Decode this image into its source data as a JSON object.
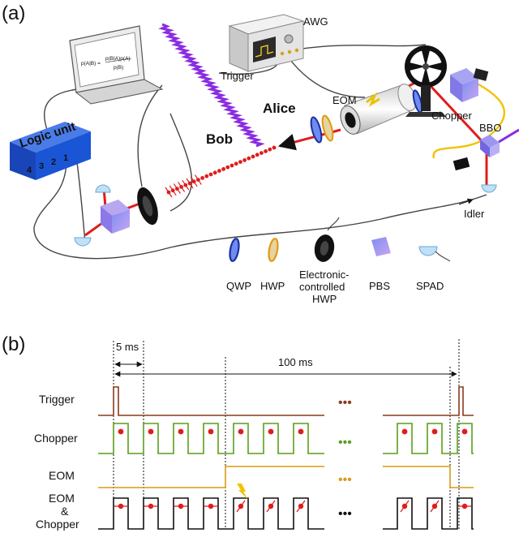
{
  "panel_a": {
    "label": "(a)",
    "devices": {
      "awg": "AWG",
      "trigger": "Trigger",
      "eom": "EOM",
      "chopper": "Chopper",
      "bbo": "BBO",
      "idler": "Idler",
      "logic_unit": "Logic unit",
      "channels": [
        "4",
        "3",
        "2",
        "1"
      ],
      "alice": "Alice",
      "bob": "Bob",
      "laptop_formula_left": "p(A|B) =",
      "laptop_formula_num": "p(B|A)p(A)",
      "laptop_formula_den": "p(B)"
    },
    "legend": {
      "qwp": "QWP",
      "hwp": "HWP",
      "ec_hwp_lines": [
        "Electronic-",
        "controlled",
        "HWP"
      ],
      "pbs": "PBS",
      "spad": "SPAD"
    }
  },
  "panel_b": {
    "label": "(b)",
    "interval_short": "5 ms",
    "interval_long": "100 ms",
    "signals": {
      "trigger": "Trigger",
      "chopper": "Chopper",
      "eom": "EOM",
      "eom_chopper_lines": [
        "EOM",
        "&",
        "Chopper"
      ]
    },
    "ellipsis": "•••"
  },
  "colors": {
    "trigger": "#8b3a1e",
    "chopper": "#5a9e1a",
    "eom": "#d99a14",
    "eom_chopper": "#111111",
    "laser": "#e11c1c",
    "bob_alice_squiggle": "#8a2be2",
    "logic_unit": "#1a55d6",
    "fiber": "#444444",
    "yellow_fiber": "#f2c200"
  }
}
